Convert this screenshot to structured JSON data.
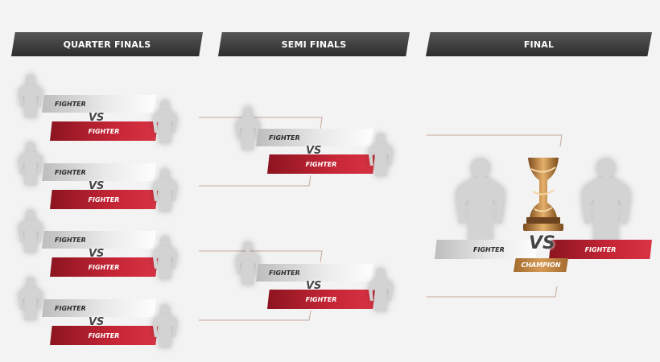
{
  "stages": {
    "quarter": "QUARTER FINALS",
    "semi": "SEMI FINALS",
    "final": "FINAL"
  },
  "quarter_matches": [
    {
      "top": "FIGHTER",
      "vs": "VS",
      "bottom": "FIGHTER"
    },
    {
      "top": "FIGHTER",
      "vs": "VS",
      "bottom": "FIGHTER"
    },
    {
      "top": "FIGHTER",
      "vs": "VS",
      "bottom": "FIGHTER"
    },
    {
      "top": "FIGHTER",
      "vs": "VS",
      "bottom": "FIGHTER"
    }
  ],
  "semi_matches": [
    {
      "top": "FIGHTER",
      "vs": "VS",
      "bottom": "FIGHTER"
    },
    {
      "top": "FIGHTER",
      "vs": "VS",
      "bottom": "FIGHTER"
    }
  ],
  "final_match": {
    "left": "FIGHTER",
    "vs": "VS",
    "right": "FIGHTER",
    "champion": "CHAMPION"
  },
  "colors": {
    "accent_red": "#c62636",
    "champion_bronze": "#c0843f",
    "header_dark": "#3a3a3a",
    "connector": "#c7a99c"
  },
  "icons": [
    "fighter-silhouette-icon",
    "trophy-icon"
  ]
}
